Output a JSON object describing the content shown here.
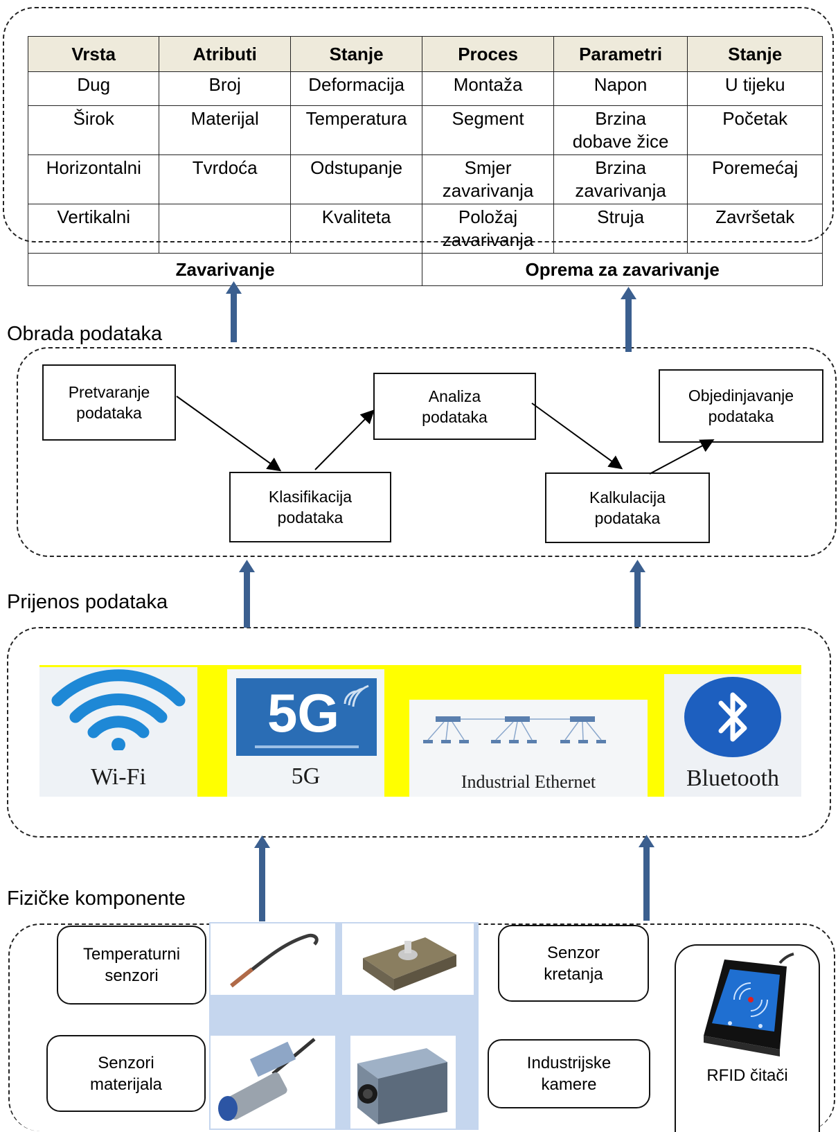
{
  "knowledge_table": {
    "headers": [
      "Vrsta",
      "Atributi",
      "Stanje",
      "Proces",
      "Parametri",
      "Stanje"
    ],
    "rows": [
      [
        "Dug",
        "Broj",
        "Deformacija",
        "Montaža",
        "Napon",
        "U tijeku"
      ],
      [
        "Širok",
        "Materijal",
        "Temperatura",
        "Segment",
        "Brzina\ndobave žice",
        "Početak"
      ],
      [
        "Horizontalni",
        "Tvrdoća",
        "Odstupanje",
        "Smjer\nzavarivanja",
        "Brzina\nzavarivanja",
        "Poremećaj"
      ],
      [
        "Vertikalni",
        "",
        "Kvaliteta",
        "Položaj\nzavarivanja",
        "Struja",
        "Završetak"
      ]
    ],
    "footer": [
      "Zavarivanje",
      "Oprema za zavarivanje"
    ]
  },
  "processing": {
    "label": "Obrada podataka",
    "boxes": {
      "convert": "Pretvaranje\npodataka",
      "classify": "Klasifikacija\npodataka",
      "analyze": "Analiza\npodataka",
      "calculate": "Kalkulacija\npodataka",
      "merge": "Objedinjavanje\npodataka"
    }
  },
  "transmission": {
    "label": "Prijenos podataka",
    "tiles": {
      "wifi": "Wi-Fi",
      "fiveg": "5G",
      "fiveg_logo": "5G",
      "ethernet": "Industrial Ethernet",
      "bluetooth": "Bluetooth"
    },
    "colors": {
      "wifi_blue": "#1e88d6",
      "highlight": "#ffff00",
      "fiveg_bg": "#2a6db5",
      "bluetooth_blue": "#1d5fbf"
    }
  },
  "physical": {
    "label": "Fizičke komponente",
    "boxes": {
      "temperature": "Temperaturni\nsenzori",
      "material": "Senzori\nmaterijala",
      "motion": "Senzor\nkretanja",
      "cameras": "Industrijske\nkamere",
      "rfid": "RFID čitači"
    }
  },
  "arrow_color": "#3b5f8f"
}
